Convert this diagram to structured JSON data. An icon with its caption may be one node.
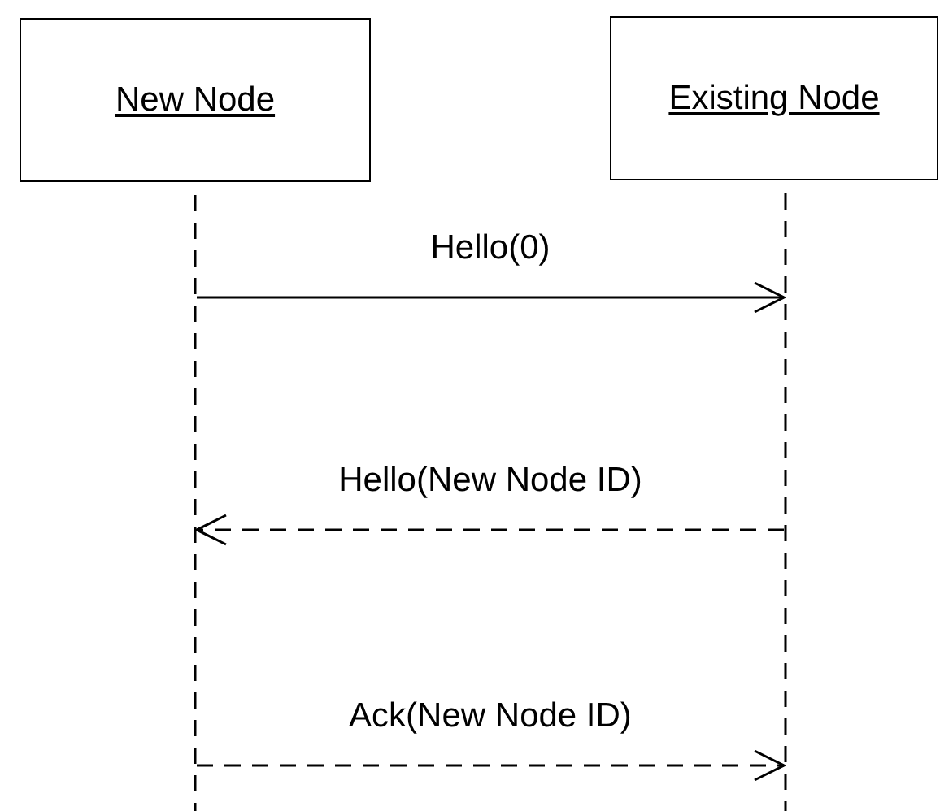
{
  "diagram": {
    "nodes": [
      {
        "text": [
          "New Node"
        ]
      },
      {
        "text": [
          "Existing Node"
        ]
      },
      {
        "text": [],
        "shape": "line"
      },
      {
        "text": [],
        "shape": "line"
      }
    ],
    "edges": [
      {
        "from": 2,
        "to": 3,
        "arrow": "to",
        "label": "Hello(0)"
      },
      {
        "from": 3,
        "to": 2,
        "arrow": "to",
        "label": "Hello(New Node ID)",
        "style": "dashed"
      },
      {
        "from": 2,
        "to": 3,
        "arrow": "to",
        "label": "Ack(New Node ID)",
        "style": "dashed"
      }
    ]
  }
}
